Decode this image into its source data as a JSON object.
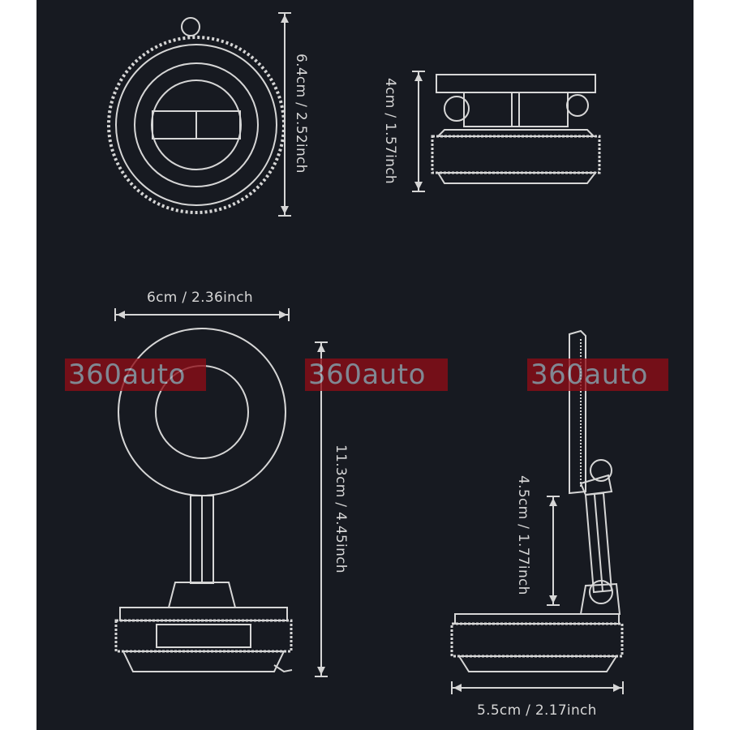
{
  "dimensions": {
    "top_view_height": "6.4cm / 2.52inch",
    "side_base_height": "4cm / 1.57inch",
    "front_width": "6cm / 2.36inch",
    "front_total_height": "11.3cm / 4.45inch",
    "arm_height": "4.5cm / 1.77inch",
    "base_width": "5.5cm / 2.17inch"
  },
  "watermark": {
    "text": "360auto"
  },
  "colors": {
    "background": "#171a21",
    "outline": "#d6d6d6",
    "watermark_bg": "#8f0c16",
    "watermark_text": "#9ea7b4"
  }
}
